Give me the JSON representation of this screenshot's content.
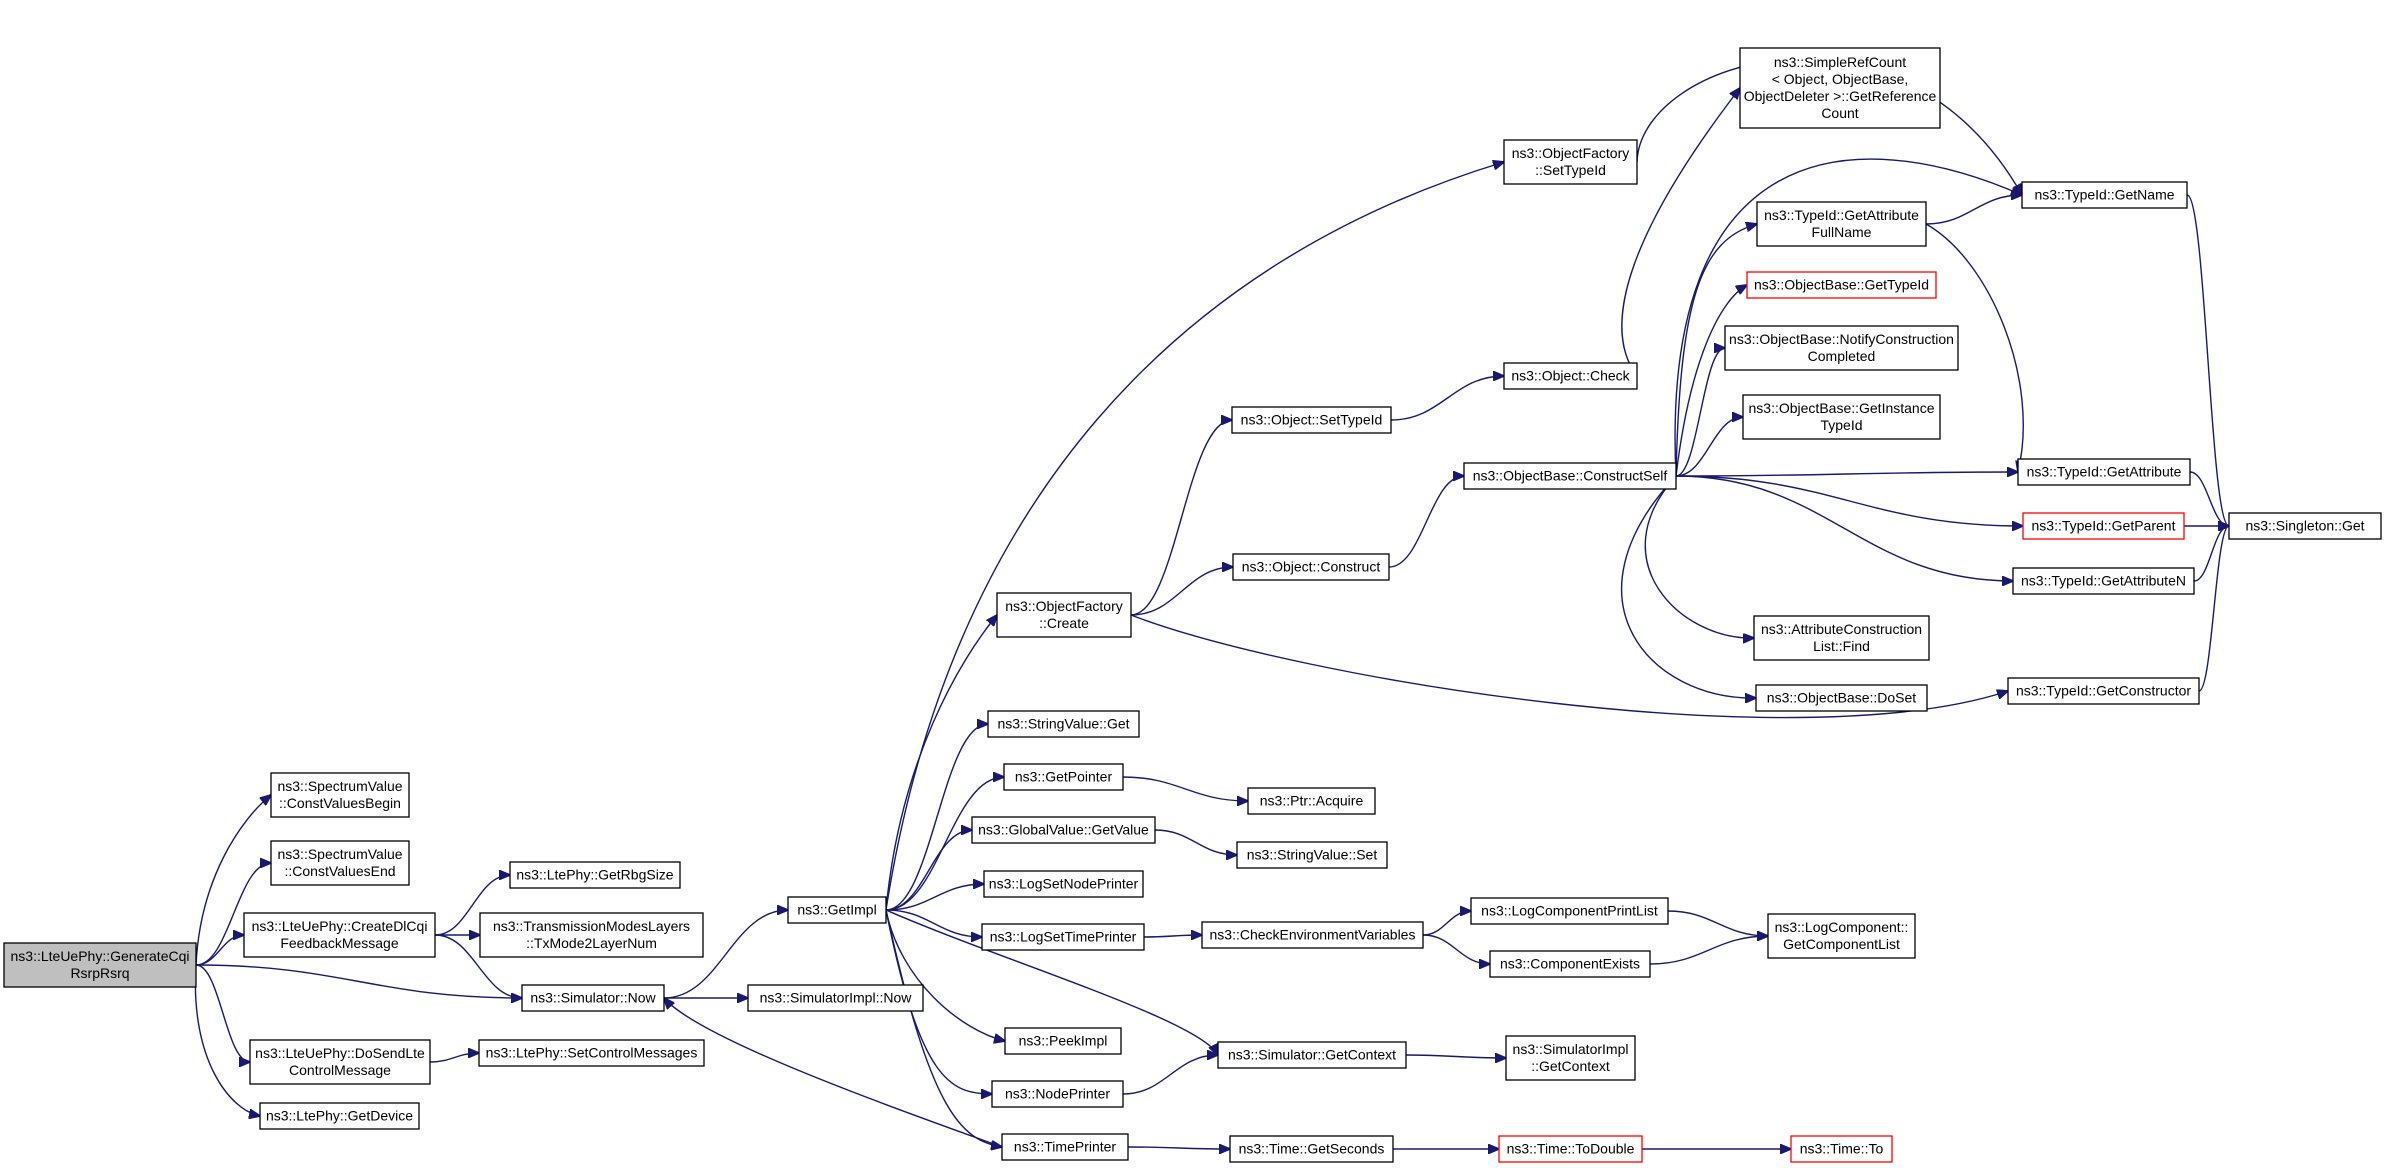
{
  "graph": {
    "edge_color": "#191970",
    "root_fill": "#bfbfbf",
    "red_border": "#ff0000",
    "nodes": [
      {
        "id": "root",
        "lines": [
          "ns3::LteUePhy::GenerateCqi",
          "RsrpRsrq"
        ],
        "style": "root"
      },
      {
        "id": "cvb",
        "lines": [
          "ns3::SpectrumValue",
          "::ConstValuesBegin"
        ]
      },
      {
        "id": "cve",
        "lines": [
          "ns3::SpectrumValue",
          "::ConstValuesEnd"
        ]
      },
      {
        "id": "cdf",
        "lines": [
          "ns3::LteUePhy::CreateDlCqi",
          "FeedbackMessage"
        ]
      },
      {
        "id": "now",
        "lines": [
          "ns3::Simulator::Now"
        ]
      },
      {
        "id": "dos",
        "lines": [
          "ns3::LteUePhy::DoSendLte",
          "ControlMessage"
        ]
      },
      {
        "id": "gdev",
        "lines": [
          "ns3::LtePhy::GetDevice"
        ]
      },
      {
        "id": "grbg",
        "lines": [
          "ns3::LtePhy::GetRbgSize"
        ]
      },
      {
        "id": "tml",
        "lines": [
          "ns3::TransmissionModesLayers",
          "::TxMode2LayerNum"
        ]
      },
      {
        "id": "scm",
        "lines": [
          "ns3::LtePhy::SetControlMessages"
        ]
      },
      {
        "id": "gimpl",
        "lines": [
          "ns3::GetImpl"
        ]
      },
      {
        "id": "simnow",
        "lines": [
          "ns3::SimulatorImpl::Now"
        ]
      },
      {
        "id": "ofc",
        "lines": [
          "ns3::ObjectFactory",
          "::Create"
        ]
      },
      {
        "id": "svget",
        "lines": [
          "ns3::StringValue::Get"
        ]
      },
      {
        "id": "gptr",
        "lines": [
          "ns3::GetPointer"
        ]
      },
      {
        "id": "gvgv",
        "lines": [
          "ns3::GlobalValue::GetValue"
        ]
      },
      {
        "id": "lsnp",
        "lines": [
          "ns3::LogSetNodePrinter"
        ]
      },
      {
        "id": "lstp",
        "lines": [
          "ns3::LogSetTimePrinter"
        ]
      },
      {
        "id": "peek",
        "lines": [
          "ns3::PeekImpl"
        ]
      },
      {
        "id": "nodep",
        "lines": [
          "ns3::NodePrinter"
        ]
      },
      {
        "id": "timep",
        "lines": [
          "ns3::TimePrinter"
        ]
      },
      {
        "id": "ofst",
        "lines": [
          "ns3::ObjectFactory",
          "::SetTypeId"
        ]
      },
      {
        "id": "oset",
        "lines": [
          "ns3::Object::SetTypeId"
        ]
      },
      {
        "id": "ocon",
        "lines": [
          "ns3::Object::Construct"
        ]
      },
      {
        "id": "pacq",
        "lines": [
          "ns3::Ptr::Acquire"
        ]
      },
      {
        "id": "svset",
        "lines": [
          "ns3::StringValue::Set"
        ]
      },
      {
        "id": "cev",
        "lines": [
          "ns3::CheckEnvironmentVariables"
        ]
      },
      {
        "id": "sgc",
        "lines": [
          "ns3::Simulator::GetContext"
        ]
      },
      {
        "id": "tgs",
        "lines": [
          "ns3::Time::GetSeconds"
        ]
      },
      {
        "id": "ochk",
        "lines": [
          "ns3::Object::Check"
        ]
      },
      {
        "id": "obcs",
        "lines": [
          "ns3::ObjectBase::ConstructSelf"
        ]
      },
      {
        "id": "lcpl",
        "lines": [
          "ns3::LogComponentPrintList"
        ]
      },
      {
        "id": "cex",
        "lines": [
          "ns3::ComponentExists"
        ]
      },
      {
        "id": "sigc",
        "lines": [
          "ns3::SimulatorImpl",
          "::GetContext"
        ]
      },
      {
        "id": "ttd",
        "lines": [
          "ns3::Time::ToDouble"
        ],
        "style": "red"
      },
      {
        "id": "src",
        "lines": [
          "ns3::SimpleRefCount",
          "< Object, ObjectBase,",
          "ObjectDeleter >::GetReference",
          "Count"
        ]
      },
      {
        "id": "tgafn",
        "lines": [
          "ns3::TypeId::GetAttribute",
          "FullName"
        ]
      },
      {
        "id": "obgt",
        "lines": [
          "ns3::ObjectBase::GetTypeId"
        ],
        "style": "red"
      },
      {
        "id": "obnc",
        "lines": [
          "ns3::ObjectBase::NotifyConstruction",
          "Completed"
        ]
      },
      {
        "id": "obgi",
        "lines": [
          "ns3::ObjectBase::GetInstance",
          "TypeId"
        ]
      },
      {
        "id": "acf",
        "lines": [
          "ns3::AttributeConstruction",
          "List::Find"
        ]
      },
      {
        "id": "obds",
        "lines": [
          "ns3::ObjectBase::DoSet"
        ]
      },
      {
        "id": "lcgcl",
        "lines": [
          "ns3::LogComponent::",
          "GetComponentList"
        ]
      },
      {
        "id": "tto",
        "lines": [
          "ns3::Time::To"
        ],
        "style": "red"
      },
      {
        "id": "tgn",
        "lines": [
          "ns3::TypeId::GetName"
        ]
      },
      {
        "id": "tga",
        "lines": [
          "ns3::TypeId::GetAttribute"
        ]
      },
      {
        "id": "tgp",
        "lines": [
          "ns3::TypeId::GetParent"
        ],
        "style": "red"
      },
      {
        "id": "tgan",
        "lines": [
          "ns3::TypeId::GetAttributeN"
        ]
      },
      {
        "id": "tgc",
        "lines": [
          "ns3::TypeId::GetConstructor"
        ]
      },
      {
        "id": "sget",
        "lines": [
          "ns3::Singleton::Get"
        ]
      }
    ],
    "edges": [
      [
        "root",
        "cvb"
      ],
      [
        "root",
        "cve"
      ],
      [
        "root",
        "cdf"
      ],
      [
        "root",
        "now"
      ],
      [
        "root",
        "dos"
      ],
      [
        "root",
        "gdev"
      ],
      [
        "cdf",
        "grbg"
      ],
      [
        "cdf",
        "tml"
      ],
      [
        "cdf",
        "now"
      ],
      [
        "dos",
        "scm"
      ],
      [
        "now",
        "gimpl"
      ],
      [
        "now",
        "simnow"
      ],
      [
        "gimpl",
        "ofst"
      ],
      [
        "gimpl",
        "ofc"
      ],
      [
        "gimpl",
        "svget"
      ],
      [
        "gimpl",
        "gptr"
      ],
      [
        "gimpl",
        "gvgv"
      ],
      [
        "gimpl",
        "lsnp"
      ],
      [
        "gimpl",
        "lstp"
      ],
      [
        "gimpl",
        "sgc"
      ],
      [
        "gimpl",
        "peek"
      ],
      [
        "gimpl",
        "nodep"
      ],
      [
        "gimpl",
        "timep"
      ],
      [
        "timep",
        "now"
      ],
      [
        "timep",
        "tgs"
      ],
      [
        "nodep",
        "sgc"
      ],
      [
        "ofc",
        "oset"
      ],
      [
        "ofc",
        "ocon"
      ],
      [
        "ofc",
        "tgc"
      ],
      [
        "gptr",
        "pacq"
      ],
      [
        "gvgv",
        "svset"
      ],
      [
        "lstp",
        "cev"
      ],
      [
        "oset",
        "ochk"
      ],
      [
        "ocon",
        "obcs"
      ],
      [
        "cev",
        "lcpl"
      ],
      [
        "cev",
        "cex"
      ],
      [
        "sgc",
        "sigc"
      ],
      [
        "tgs",
        "ttd"
      ],
      [
        "ttd",
        "tto"
      ],
      [
        "ochk",
        "src"
      ],
      [
        "ofst",
        "tgn"
      ],
      [
        "obcs",
        "tgn"
      ],
      [
        "obcs",
        "tgafn"
      ],
      [
        "obcs",
        "obgt"
      ],
      [
        "obcs",
        "obnc"
      ],
      [
        "obcs",
        "obgi"
      ],
      [
        "obcs",
        "tga"
      ],
      [
        "obcs",
        "tgp"
      ],
      [
        "obcs",
        "tgan"
      ],
      [
        "obcs",
        "acf"
      ],
      [
        "obcs",
        "obds"
      ],
      [
        "tgafn",
        "tgn"
      ],
      [
        "tgafn",
        "tga"
      ],
      [
        "lcpl",
        "lcgcl"
      ],
      [
        "cex",
        "lcgcl"
      ],
      [
        "tgn",
        "sget"
      ],
      [
        "tga",
        "sget"
      ],
      [
        "tgp",
        "sget"
      ],
      [
        "tgan",
        "sget"
      ],
      [
        "tgc",
        "sget"
      ]
    ]
  }
}
